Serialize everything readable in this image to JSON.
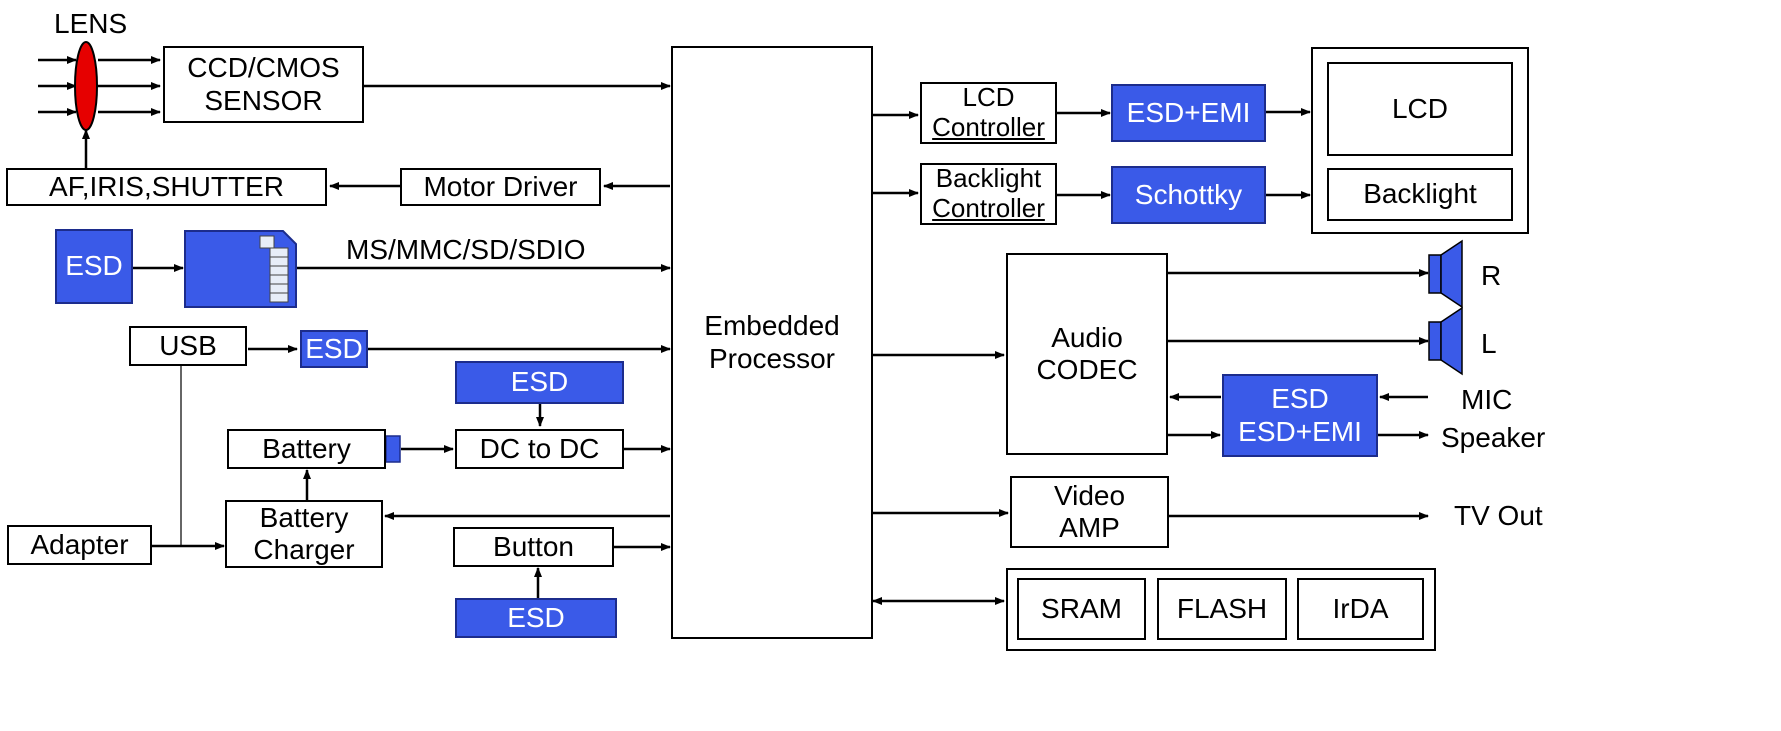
{
  "diagram": {
    "lens": {
      "label": "LENS"
    },
    "sensor": {
      "line1": "CCD/CMOS",
      "line2": "SENSOR"
    },
    "af_iris_shutter": "AF,IRIS,SHUTTER",
    "motor_driver": "Motor Driver",
    "card_esd": "ESD",
    "card_bus": "MS/MMC/SD/SDIO",
    "usb": "USB",
    "usb_esd": "ESD",
    "dc_esd": "ESD",
    "battery": "Battery",
    "dc_to_dc": "DC to DC",
    "adapter": "Adapter",
    "battery_charger": {
      "line1": "Battery",
      "line2": "Charger"
    },
    "button": "Button",
    "button_esd": "ESD",
    "processor": {
      "line1": "Embedded",
      "line2": "Processor"
    },
    "lcd_controller": {
      "line1": "LCD",
      "line2": "Controller"
    },
    "lcd_esd_emi": "ESD+EMI",
    "backlight_controller": {
      "line1": "Backlight",
      "line2": "Controller"
    },
    "schottky": "Schottky",
    "lcd": "LCD",
    "backlight": "Backlight",
    "audio_codec": {
      "line1": "Audio",
      "line2": "CODEC"
    },
    "speaker_r": "R",
    "speaker_l": "L",
    "audio_esd": {
      "line1": "ESD",
      "line2": "ESD+EMI"
    },
    "mic": "MIC",
    "speaker": "Speaker",
    "video_amp": {
      "line1": "Video",
      "line2": "AMP"
    },
    "tv_out": "TV Out",
    "sram": "SRAM",
    "flash": "FLASH",
    "irda": "IrDA"
  },
  "colors": {
    "esd_fill": "#3a5ae8",
    "lens_fill": "#e60000",
    "line": "#000000"
  }
}
